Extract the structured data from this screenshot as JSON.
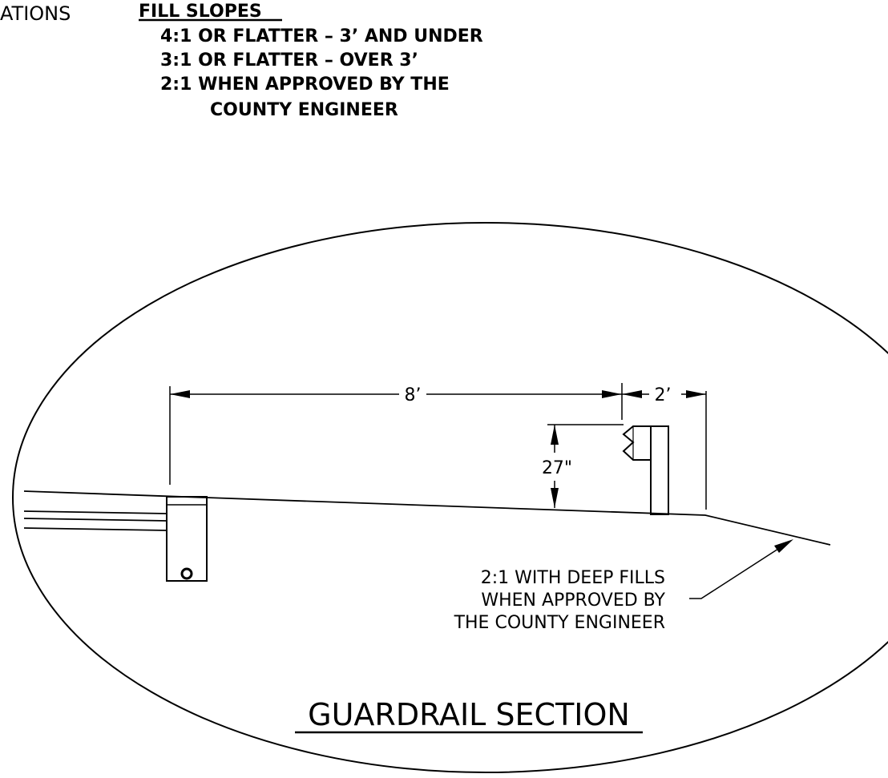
{
  "header": {
    "left_fragment": "ATIONS",
    "fill_slopes_title": "FILL SLOPES",
    "fill_slopes_lines": [
      "4:1 OR FLATTER – 3’ AND UNDER",
      "3:1 OR FLATTER – OVER 3’",
      "2:1 WHEN APPROVED BY THE",
      "COUNTY ENGINEER"
    ]
  },
  "dimensions": {
    "width_8": "8’",
    "width_2": "2’",
    "height_27": "27\""
  },
  "callout": {
    "lines": [
      "2:1 WITH DEEP FILLS",
      "WHEN APPROVED BY",
      "THE COUNTY ENGINEER"
    ]
  },
  "section_title": "GUARDRAIL SECTION"
}
